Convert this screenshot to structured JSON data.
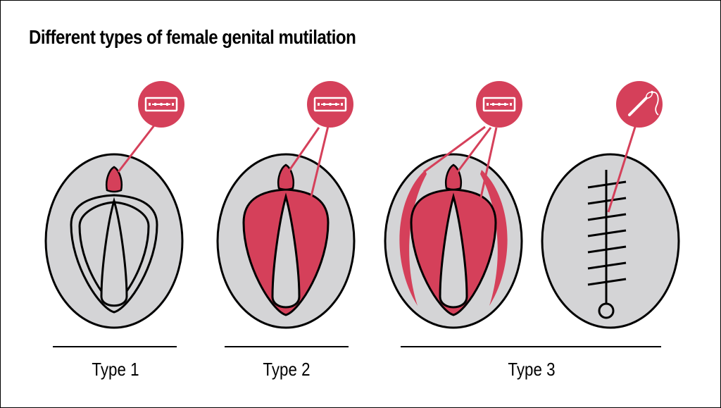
{
  "title": "Different types of female genital mutilation",
  "groups": [
    {
      "label": "Type 1"
    },
    {
      "label": "Type 2"
    },
    {
      "label": "Type 3"
    }
  ],
  "icons": [
    "razor-blade-icon",
    "razor-blade-icon",
    "razor-blade-icon",
    "needle-thread-icon"
  ],
  "colors": {
    "accent": "#d5405a",
    "oval_fill": "#d4d4d6",
    "ink": "#000000",
    "background": "#ffffff"
  }
}
